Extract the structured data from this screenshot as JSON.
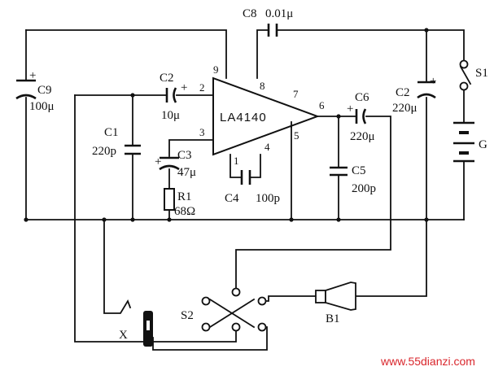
{
  "ic": {
    "part": "LA4140",
    "pins": [
      "9",
      "2",
      "3",
      "8",
      "7",
      "6",
      "5",
      "1",
      "4"
    ]
  },
  "components": {
    "c8": {
      "ref": "C8",
      "value": "0.01μ"
    },
    "c9": {
      "ref": "C9",
      "value": "100μ"
    },
    "c2_in": {
      "ref": "C2",
      "value": "10μ"
    },
    "c1": {
      "ref": "C1",
      "value": "220p"
    },
    "c3": {
      "ref": "C3",
      "value": "47μ"
    },
    "r1": {
      "ref": "R1",
      "value": "68Ω"
    },
    "c4": {
      "ref": "C4",
      "value": "100p"
    },
    "c6": {
      "ref": "C6",
      "value": "220μ"
    },
    "c5": {
      "ref": "C5",
      "value": "200p"
    },
    "c2_sup": {
      "ref": "C2",
      "value": "220μ"
    },
    "s1": {
      "ref": "S1"
    },
    "g": {
      "ref": "G"
    },
    "s2": {
      "ref": "S2"
    },
    "b1": {
      "ref": "B1"
    },
    "x": {
      "ref": "X"
    }
  },
  "polarity_mark": "+",
  "watermark": "www.55dianzi.com"
}
